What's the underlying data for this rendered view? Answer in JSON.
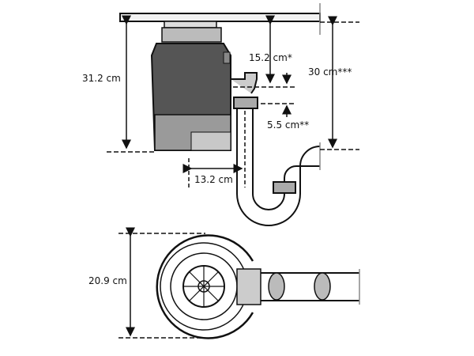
{
  "title": "Garbage disposer installation dimensions",
  "side_view": {
    "height_label": "31.2 cm",
    "inlet_drop_label": "15.2 cm*",
    "outlet_offset_label": "5.5 cm**",
    "trap_height_label": "30 cm***",
    "outlet_horizontal_label": "13.2 cm"
  },
  "top_view": {
    "diameter_label": "20.9 cm"
  }
}
